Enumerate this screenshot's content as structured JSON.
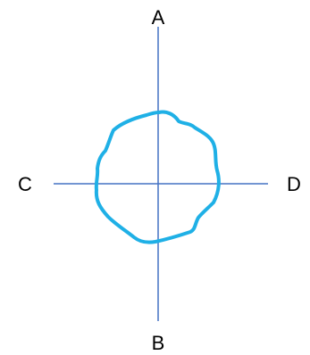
{
  "diagram": {
    "labels": {
      "top": "A",
      "bottom": "B",
      "left": "C",
      "right": "D"
    },
    "colors": {
      "axis": "#4472c4",
      "shape": "#1fb0e6",
      "text": "#000000"
    }
  }
}
